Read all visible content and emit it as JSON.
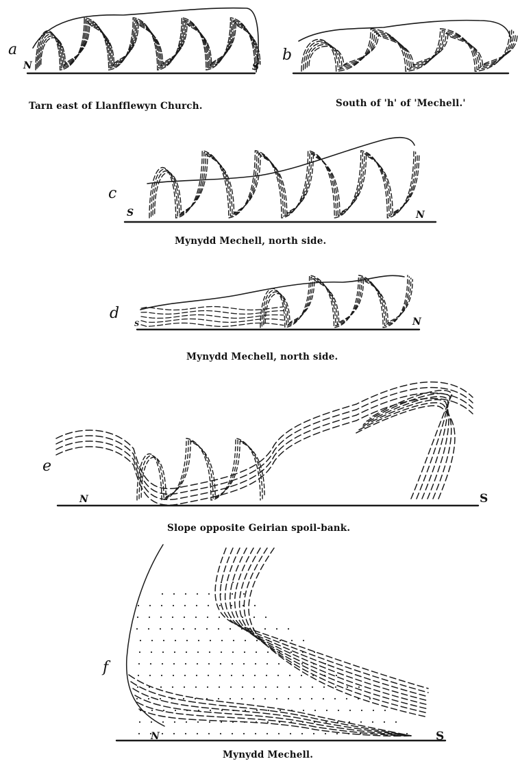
{
  "panels": [
    {
      "id": "a",
      "label": "a",
      "left_end": "N",
      "right_end": "S",
      "caption": "Tarn east of Llanfflewyn Church."
    },
    {
      "id": "b",
      "label": "b",
      "left_end": "",
      "right_end": "",
      "caption": "South of 'h' of 'Mechell.'"
    },
    {
      "id": "c",
      "label": "c",
      "left_end": "S",
      "right_end": "N",
      "caption": "Mynydd Mechell, north side."
    },
    {
      "id": "d",
      "label": "d",
      "left_end": "S",
      "right_end": "N",
      "caption": "Mynydd Mechell, north side."
    },
    {
      "id": "e",
      "label": "e",
      "left_end": "N",
      "right_end": "S",
      "caption": "Slope opposite Geirian spoil-bank."
    },
    {
      "id": "f",
      "label": "f",
      "left_end": "N",
      "right_end": "S",
      "caption": "Mynydd Mechell."
    }
  ]
}
